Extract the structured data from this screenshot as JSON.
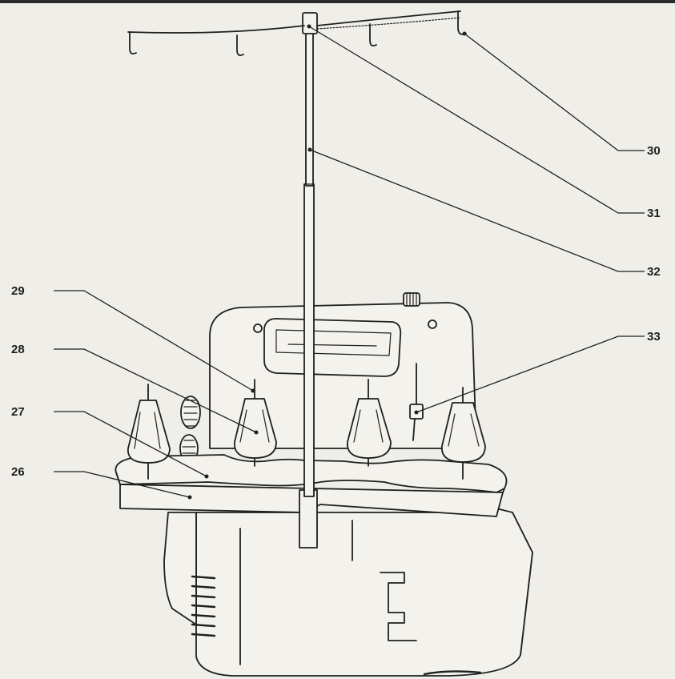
{
  "callouts": [
    {
      "id": "26",
      "label": "26"
    },
    {
      "id": "27",
      "label": "27"
    },
    {
      "id": "28",
      "label": "28"
    },
    {
      "id": "29",
      "label": "29"
    },
    {
      "id": "30",
      "label": "30"
    },
    {
      "id": "31",
      "label": "31"
    },
    {
      "id": "32",
      "label": "32"
    },
    {
      "id": "33",
      "label": "33"
    }
  ],
  "colors": {
    "paper": "#efeee9",
    "ink": "#1f1f1f",
    "part_fill": "#f3f2ed"
  }
}
